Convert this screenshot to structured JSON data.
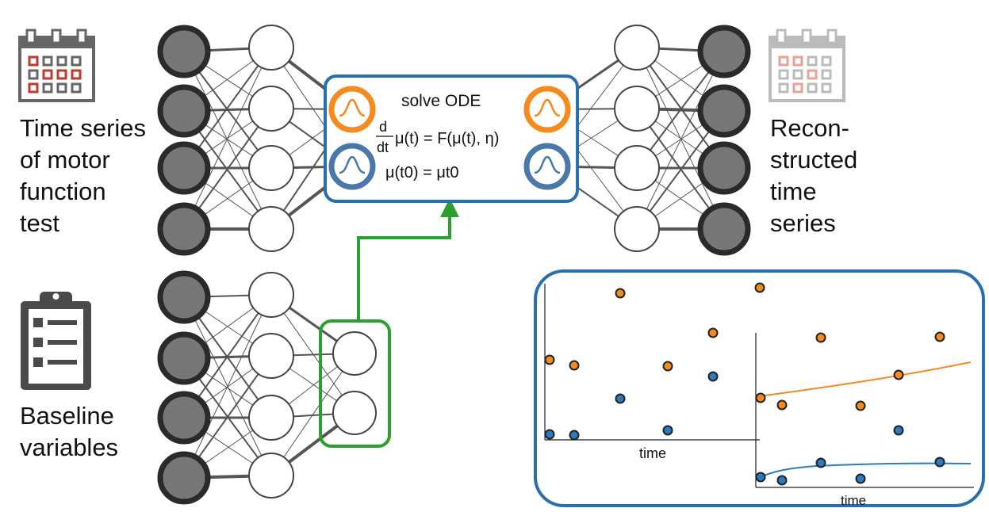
{
  "labels": {
    "input_ts": [
      "Time series",
      "of motor",
      "function",
      "test"
    ],
    "output_ts": [
      "Recon-",
      "structed",
      "time",
      "series"
    ],
    "baseline": [
      "Baseline",
      "variables"
    ]
  },
  "ode": {
    "title": "solve ODE",
    "eq1_d": "d",
    "eq1_dt": "dt",
    "eq1_rhs": "μ(t) = F(μ(t), η)",
    "eq2": "μ(t0) = μt0"
  },
  "plot": {
    "xlabel_left": "time",
    "xlabel_right": "time"
  },
  "colors": {
    "orange": "#f58a1f",
    "blue": "#2a7bbf",
    "green": "#2ca02c",
    "box_blue": "#2a6fad",
    "node_dark": "#7a7a7a"
  },
  "icons": [
    "calendar-icon",
    "calendar-faded-icon",
    "clipboard-icon"
  ]
}
